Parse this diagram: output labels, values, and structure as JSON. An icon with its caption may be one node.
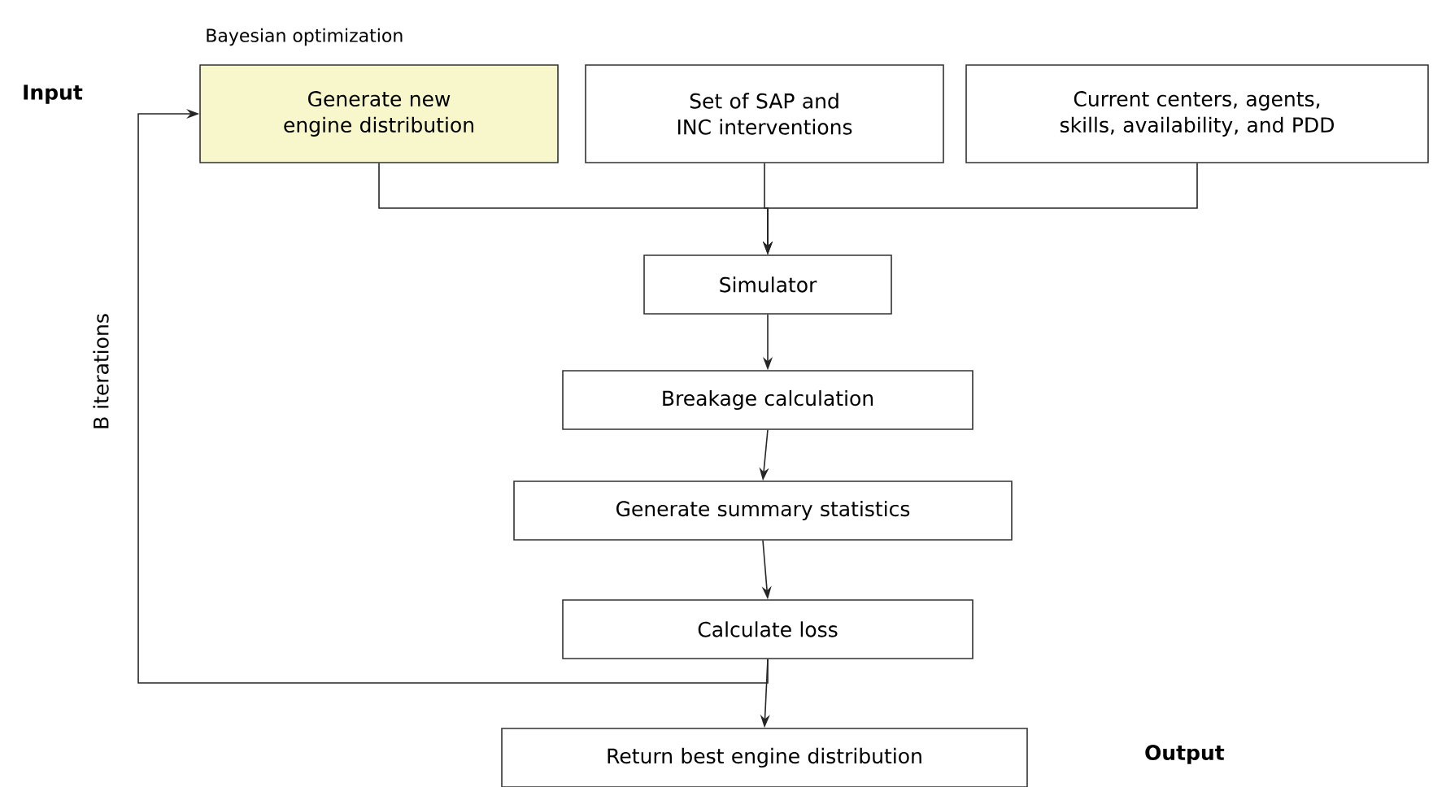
{
  "diagram": {
    "nodes": [
      {
        "text": [
          "Generate new engine distribution"
        ],
        "beside": [
          "Bayesian optimization"
        ]
      },
      {
        "text": [
          "Set of SAP and INC interventions"
        ]
      },
      {
        "text": [
          "Current centers, agents, skills, availability, and PDD"
        ]
      },
      {
        "text": [
          "Simulator"
        ]
      },
      {
        "text": [
          "Breakage calculation"
        ]
      },
      {
        "text": [
          "Generate summary statistics"
        ]
      },
      {
        "text": [
          "Calculate loss"
        ]
      },
      {
        "text": [
          "Return best engine distribution"
        ]
      }
    ],
    "edges": [
      {
        "from": 0,
        "to": 3,
        "arrow": "to"
      },
      {
        "from": 1,
        "to": 3,
        "arrow": "to"
      },
      {
        "from": 2,
        "to": 3,
        "arrow": "to"
      },
      {
        "from": 3,
        "to": 4,
        "arrow": "to"
      },
      {
        "from": 4,
        "to": 5,
        "arrow": "to"
      },
      {
        "from": 5,
        "to": 6,
        "arrow": "to"
      },
      {
        "from": 6,
        "to": 0,
        "arrow": "to",
        "label": "B iterations"
      },
      {
        "from": 6,
        "to": 7,
        "arrow": "to"
      }
    ],
    "labels": [
      "Input",
      "Output"
    ]
  }
}
